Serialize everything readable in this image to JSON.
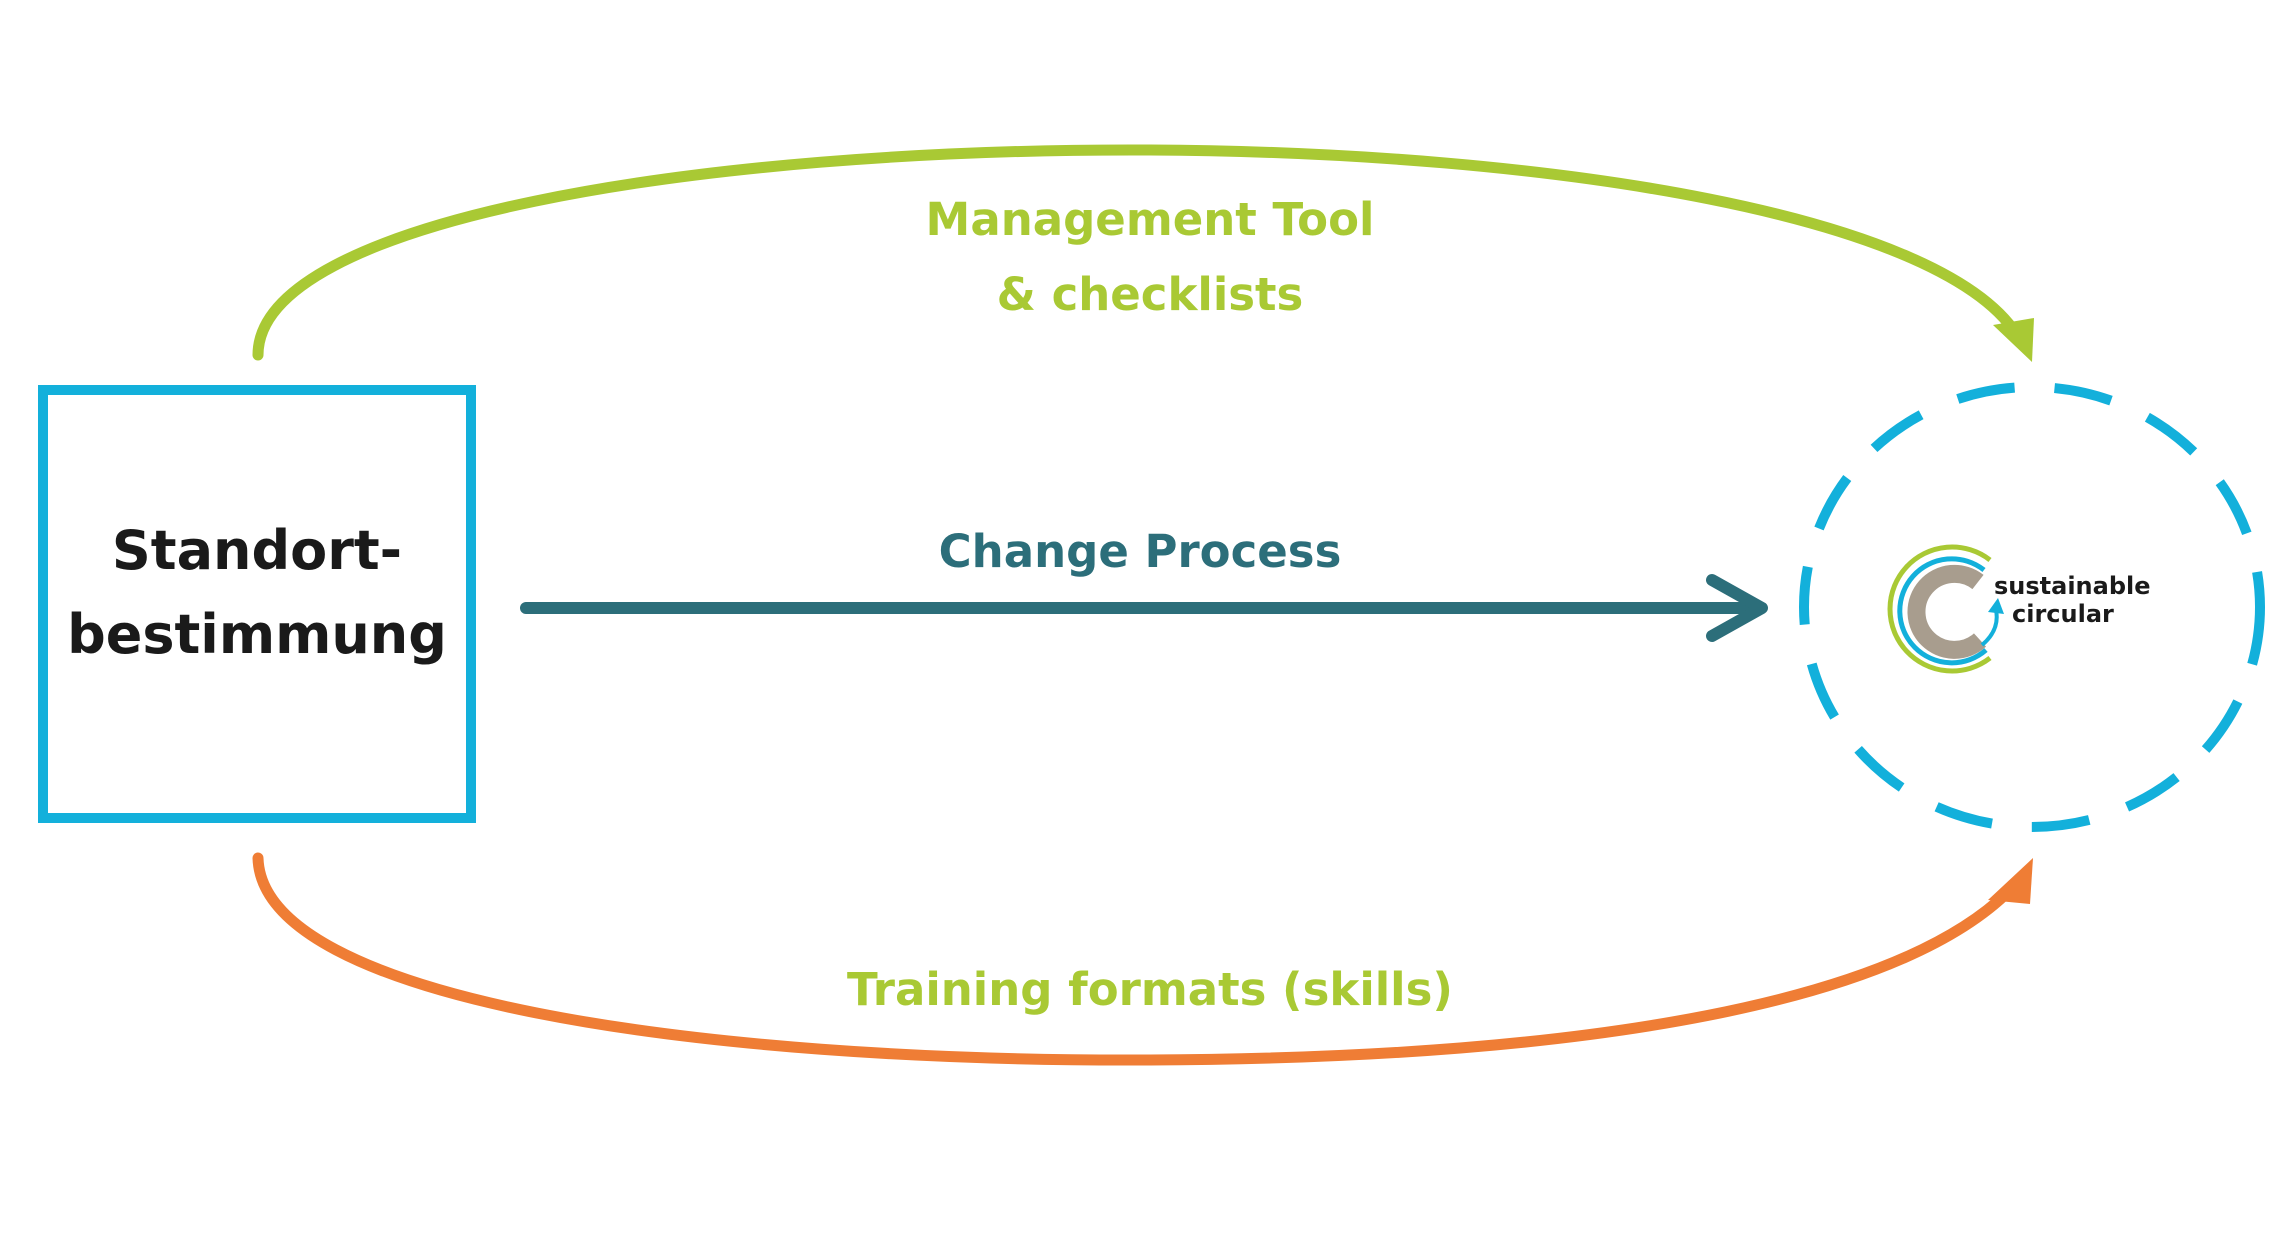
{
  "diagram": {
    "start_box": {
      "line1": "Standort-",
      "line2": "bestimmung"
    },
    "arrows": {
      "top": {
        "label_line1": "Management Tool",
        "label_line2": "& checklists",
        "color": "#a9c934"
      },
      "middle": {
        "label": "Change Process",
        "color": "#2c6e7a"
      },
      "bottom": {
        "label": "Training formats (skills)",
        "color": "#ef7d35",
        "label_color": "#a9c934"
      }
    },
    "target": {
      "border_color": "#13b0db",
      "logo": {
        "name": "sustainable-circular-logo",
        "line1": "sustainable",
        "line2": "circular",
        "ring_colors": [
          "#a9c934",
          "#13b0db",
          "#a89d8e"
        ]
      }
    }
  }
}
